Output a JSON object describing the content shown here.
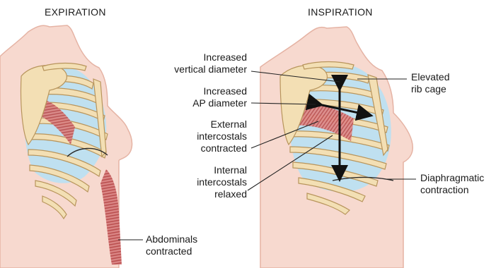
{
  "headings": {
    "expiration": "EXPIRATION",
    "inspiration": "INSPIRATION"
  },
  "labels": {
    "vertical": [
      "Increased",
      "vertical diameter"
    ],
    "ap": [
      "Increased",
      "AP diameter"
    ],
    "external": [
      "External",
      "intercostals",
      "contracted"
    ],
    "internal": [
      "Internal",
      "intercostals",
      "relaxed"
    ],
    "elevated": [
      "Elevated",
      "rib cage"
    ],
    "diaphragm": [
      "Diaphragmatic",
      "contraction"
    ],
    "abdominals": [
      "Abdominals",
      "contracted"
    ]
  },
  "colors": {
    "skin": "#f7d9cf",
    "skin_edge": "#e8b9aa",
    "bone": "#f3dfb4",
    "bone_edge": "#b8955c",
    "lung": "#bfe0f0",
    "muscle": "#d97a78",
    "muscle_stripe": "#b94e4e",
    "arrow": "#111111"
  }
}
